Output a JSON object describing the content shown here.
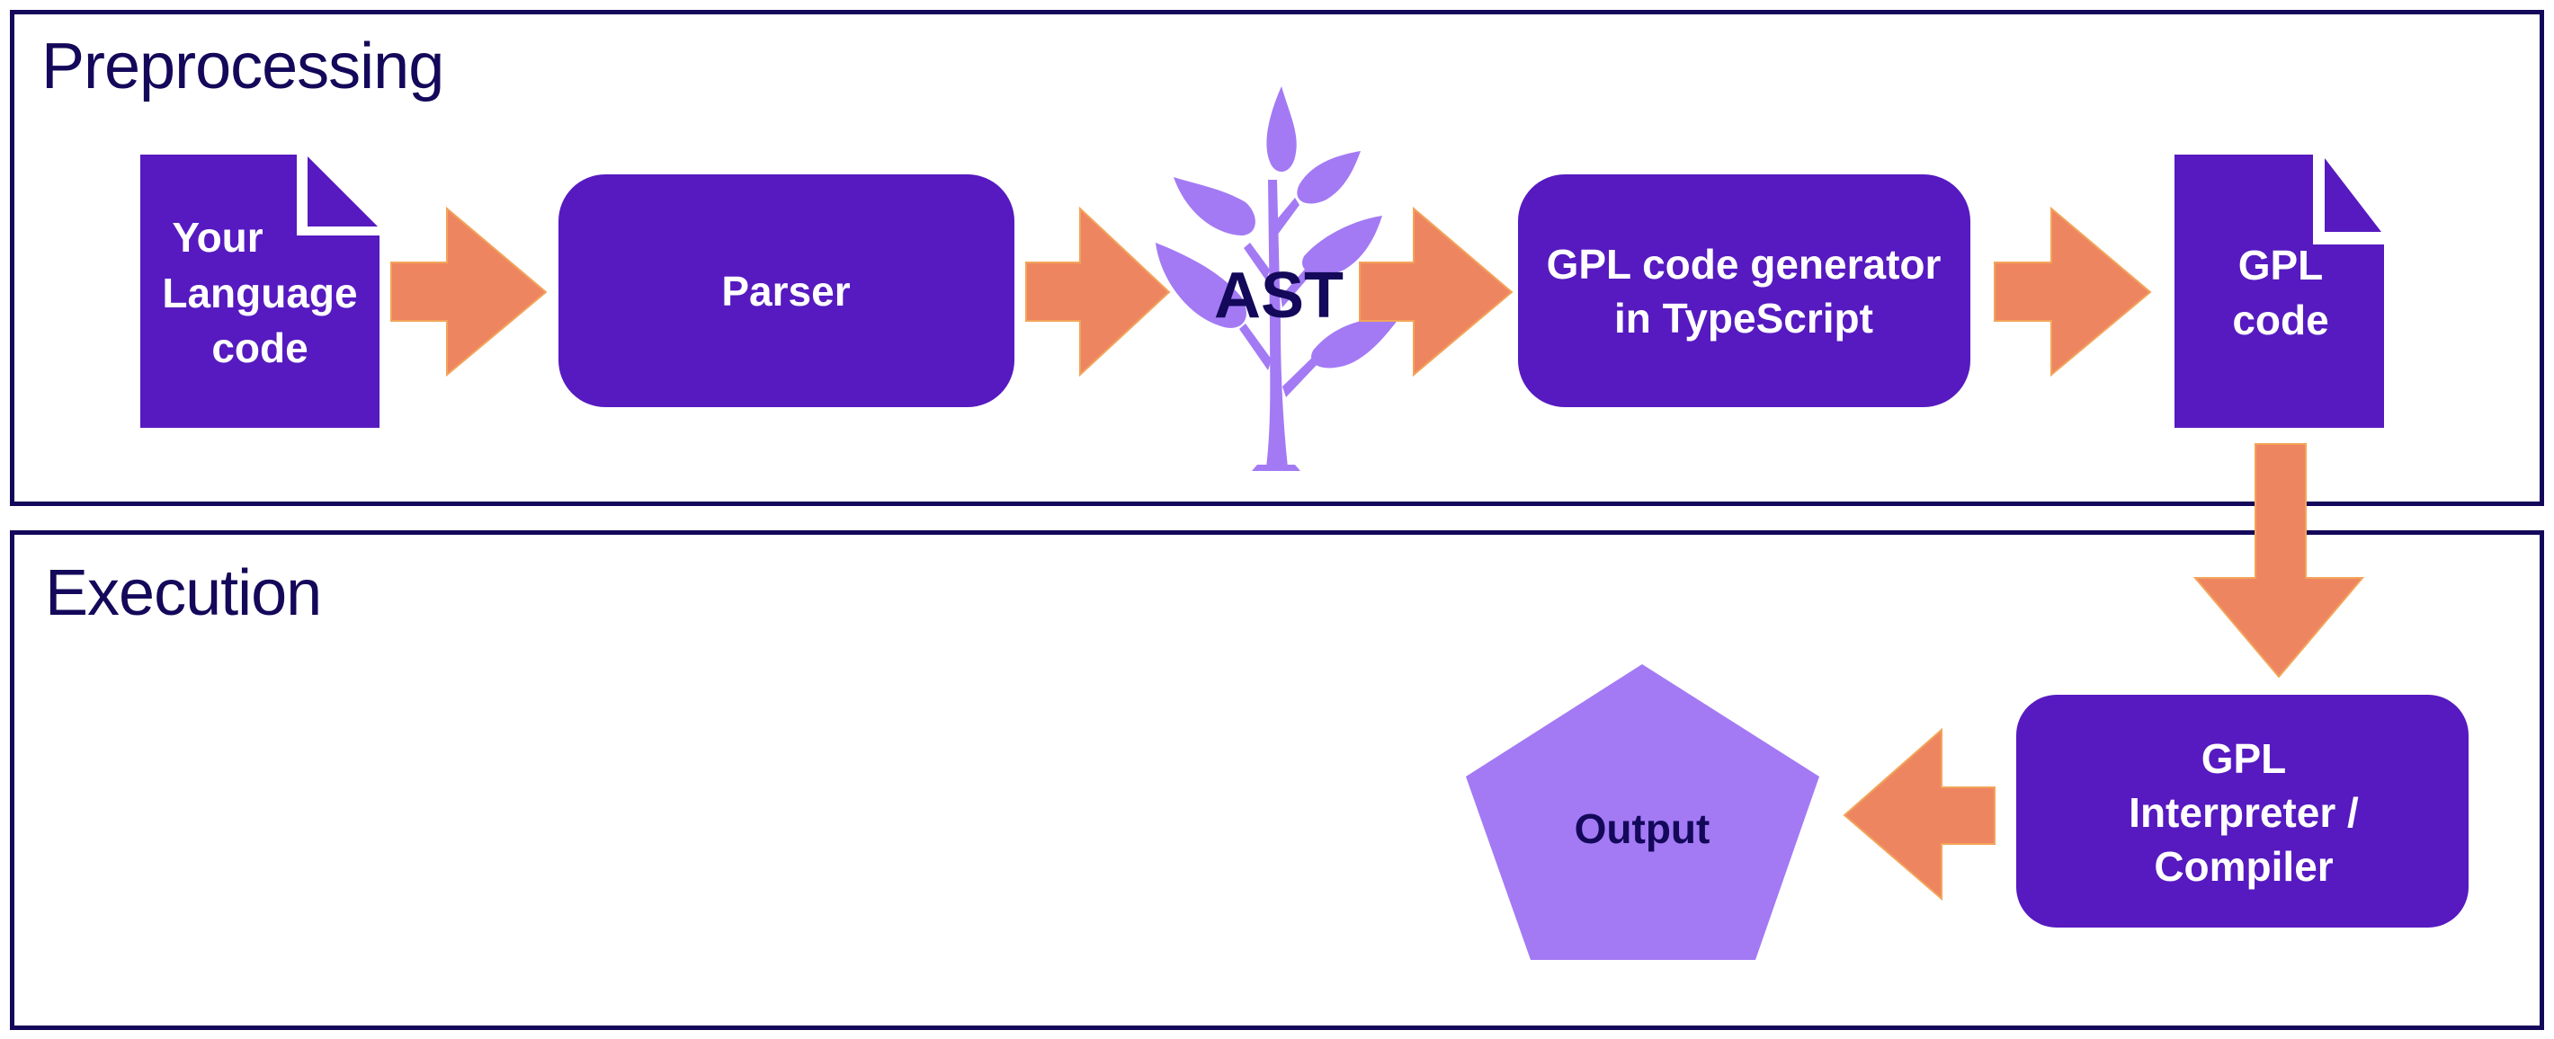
{
  "colors": {
    "border": "#14085a",
    "primary_node": "#561ac0",
    "light_node": "#a37af4",
    "arrow": "#ee8561",
    "arrow_edge": "#f3a45a",
    "label_on_primary": "#ffffff",
    "label_on_light": "#14085a"
  },
  "sections": {
    "preprocessing": {
      "title": "Preprocessing"
    },
    "execution": {
      "title": "Execution"
    }
  },
  "nodes": {
    "source_code": {
      "shape": "document",
      "lines": [
        "Your",
        "Language",
        "code"
      ]
    },
    "parser": {
      "shape": "rounded-rect",
      "lines": [
        "Parser"
      ]
    },
    "ast": {
      "shape": "plant-icon",
      "lines": [
        "AST"
      ]
    },
    "codegen": {
      "shape": "rounded-rect",
      "lines": [
        "GPL code generator",
        "in TypeScript"
      ]
    },
    "gpl_code": {
      "shape": "document",
      "lines": [
        "GPL",
        "code"
      ]
    },
    "interpreter": {
      "shape": "rounded-rect",
      "lines": [
        "GPL",
        "Interpreter /",
        "Compiler"
      ]
    },
    "output": {
      "shape": "pentagon",
      "lines": [
        "Output"
      ]
    }
  },
  "edges": [
    {
      "from": "source_code",
      "to": "parser",
      "direction": "right"
    },
    {
      "from": "parser",
      "to": "ast",
      "direction": "right"
    },
    {
      "from": "ast",
      "to": "codegen",
      "direction": "right"
    },
    {
      "from": "codegen",
      "to": "gpl_code",
      "direction": "right"
    },
    {
      "from": "gpl_code",
      "to": "interpreter",
      "direction": "down"
    },
    {
      "from": "interpreter",
      "to": "output",
      "direction": "left"
    }
  ]
}
